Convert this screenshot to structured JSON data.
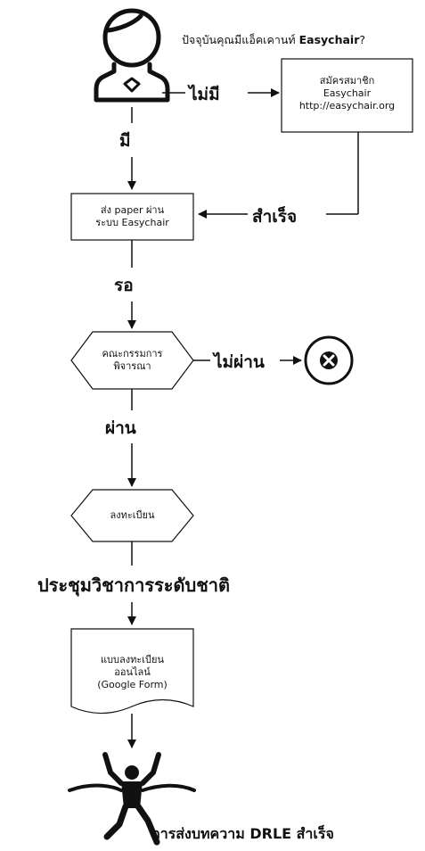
{
  "question": {
    "prefix": "ปัจจุบันคุณมีแอ็คเคานท์ ",
    "brand": "Easychair",
    "suffix": "?"
  },
  "edges": {
    "no": "ไม่มี",
    "yes": "มี",
    "success": "สำเร็จ",
    "wait": "รอ",
    "fail": "ไม่ผ่าน",
    "pass": "ผ่าน"
  },
  "nodes": {
    "register": {
      "line1": "สมัครสมาชิก",
      "line2": "Easychair",
      "line3": "http://easychair.org"
    },
    "submit": {
      "line1": "ส่ง paper ผ่าน",
      "line2": "ระบบ Easychair"
    },
    "committee": {
      "line1": "คณะกรรมการ",
      "line2": "พิจารณา"
    },
    "enroll": {
      "line1": "ลงทะเบียน"
    },
    "conference": "ประชุมวิชาการระดับชาติ",
    "form": {
      "line1": "แบบลงทะเบียน",
      "line2": "ออนไลน์",
      "line3": "(Google Form)"
    }
  },
  "footer": {
    "thai": "การส่งบทความ ",
    "brand": "DRLE",
    "thai2": " สำเร็จ"
  }
}
